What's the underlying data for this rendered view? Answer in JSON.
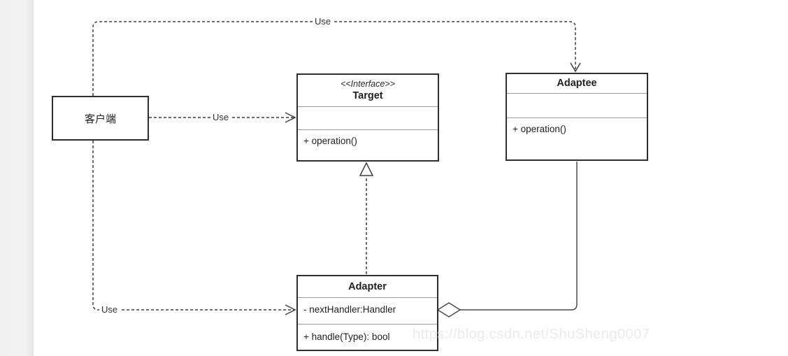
{
  "diagram": {
    "classes": {
      "client": {
        "name": "客户端"
      },
      "target": {
        "stereotype": "<<Interface>>",
        "name": "Target",
        "attributes": [],
        "methods": [
          "+ operation()"
        ]
      },
      "adaptee": {
        "name": "Adaptee",
        "attributes": [],
        "methods": [
          "+ operation()"
        ]
      },
      "adapter": {
        "name": "Adapter",
        "attributes": [
          "- nextHandler:Handler"
        ],
        "methods": [
          "+ handle(Type): bool"
        ]
      }
    },
    "edges": {
      "use_top": {
        "label": "Use",
        "type": "dependency"
      },
      "use_middle": {
        "label": "Use",
        "type": "dependency"
      },
      "use_bottom": {
        "label": "Use",
        "type": "dependency"
      },
      "realization": {
        "type": "realization"
      },
      "aggregation": {
        "type": "aggregation"
      }
    },
    "watermark": "https://blog.csdn.net/ShuSheng0007",
    "colors": {
      "box_border": "#2e2e2e",
      "divider": "#9a9a9a",
      "connector": "#3f3f3f",
      "panel": "#f2f2f2",
      "watermark": "#ebebeb"
    }
  }
}
